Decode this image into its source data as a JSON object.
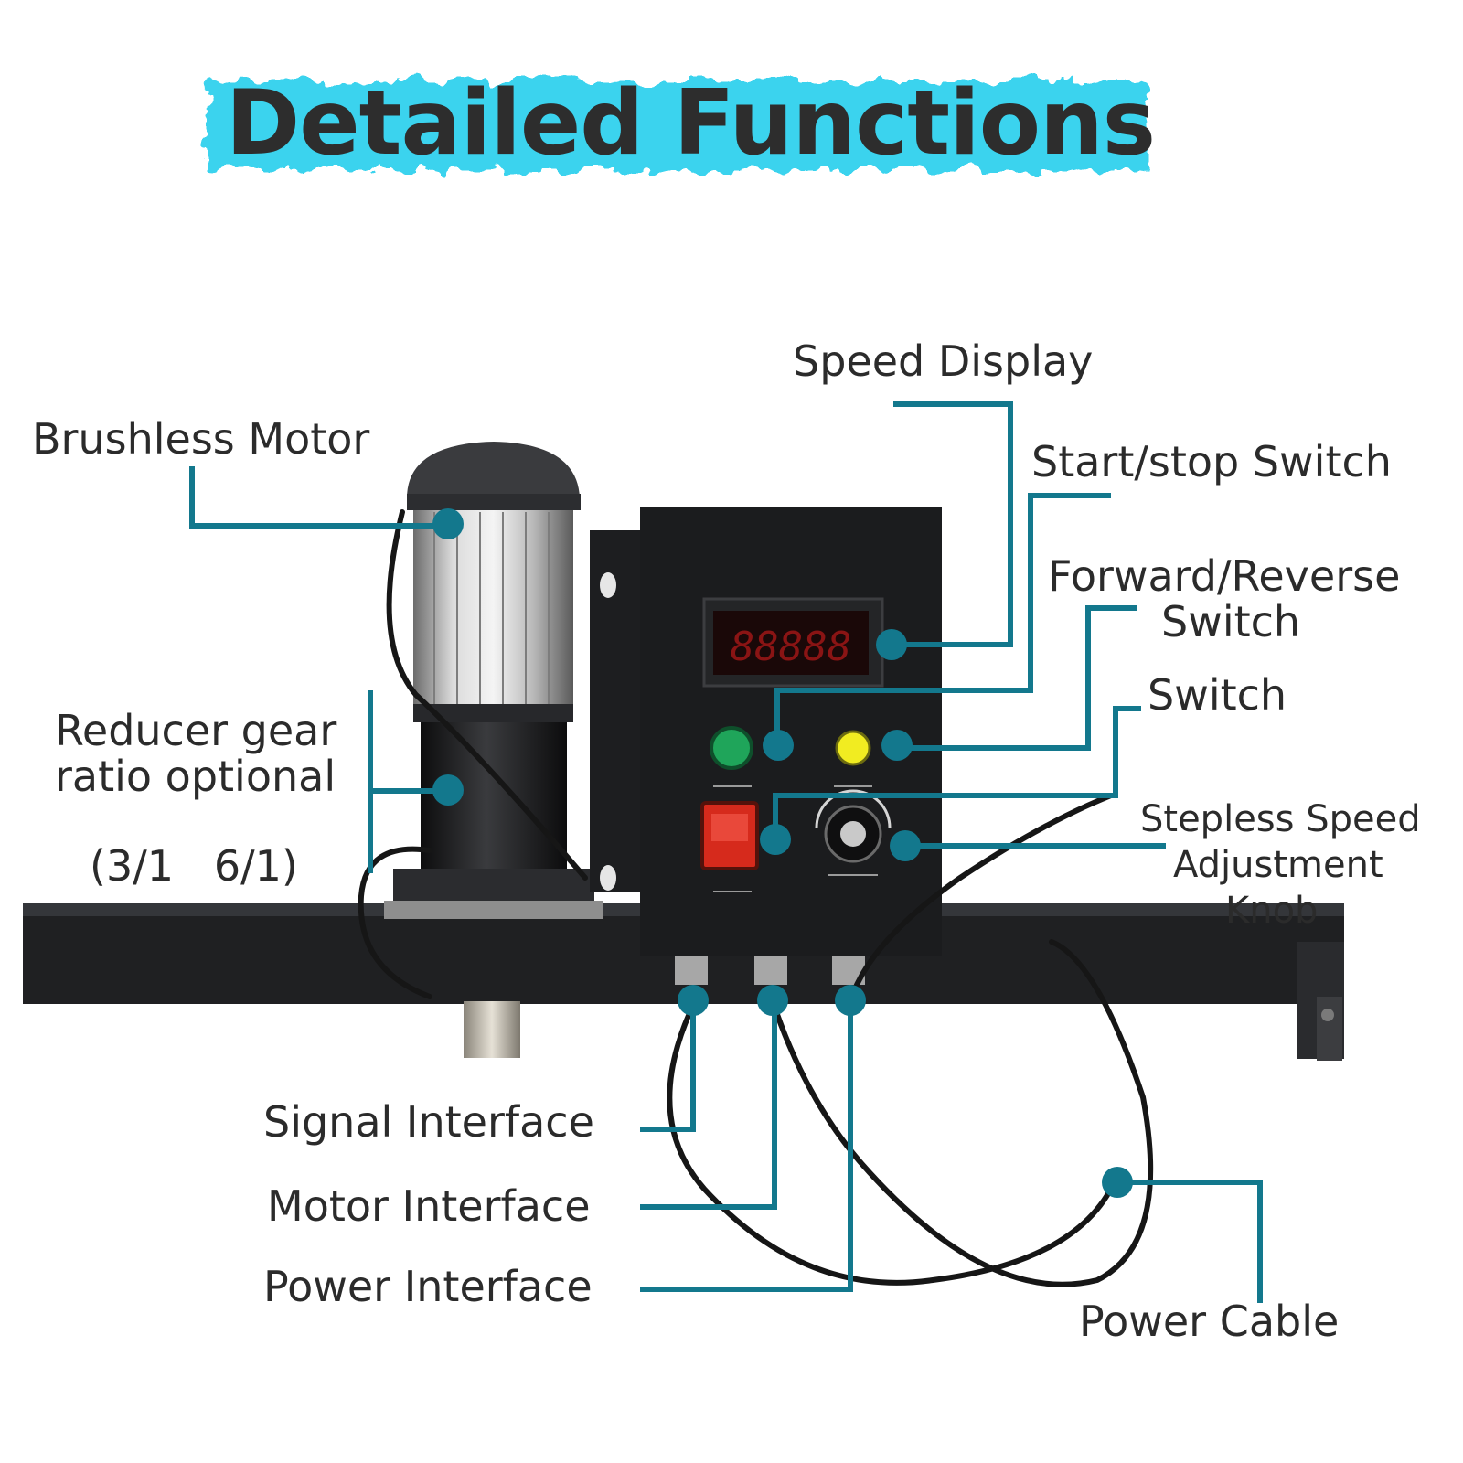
{
  "title": "Detailed Functions",
  "colors": {
    "brush": "#3bd3ee",
    "callout": "#13788d",
    "panel": "#1b1c1e",
    "rail": "#1f2022",
    "display_digits": "#8a1414",
    "start_button": "#1fa55a",
    "switch_button": "#f1ec21",
    "power_switch": "#d62a1c",
    "text": "#2b2b2b"
  },
  "labels": {
    "brushless_motor": "Brushless Motor",
    "reducer_line1": "Reducer gear",
    "reducer_line2": "ratio optional",
    "reducer_ratio": "(3/1   6/1)",
    "speed_display": "Speed Display",
    "start_stop": "Start/stop Switch",
    "fwd_rev_line1": "Forward/Reverse",
    "fwd_rev_line2": "Switch",
    "switch": "Switch",
    "stepless_line1": "Stepless Speed",
    "stepless_line2": "Adjustment",
    "stepless_line3": "Knob",
    "signal_interface": "Signal Interface",
    "motor_interface": "Motor Interface",
    "power_interface": "Power Interface",
    "power_cable": "Power Cable"
  },
  "display_value": "88888",
  "icons": [
    "motor-icon",
    "control-box-icon",
    "knob-icon",
    "connector-icon",
    "cable-icon"
  ]
}
